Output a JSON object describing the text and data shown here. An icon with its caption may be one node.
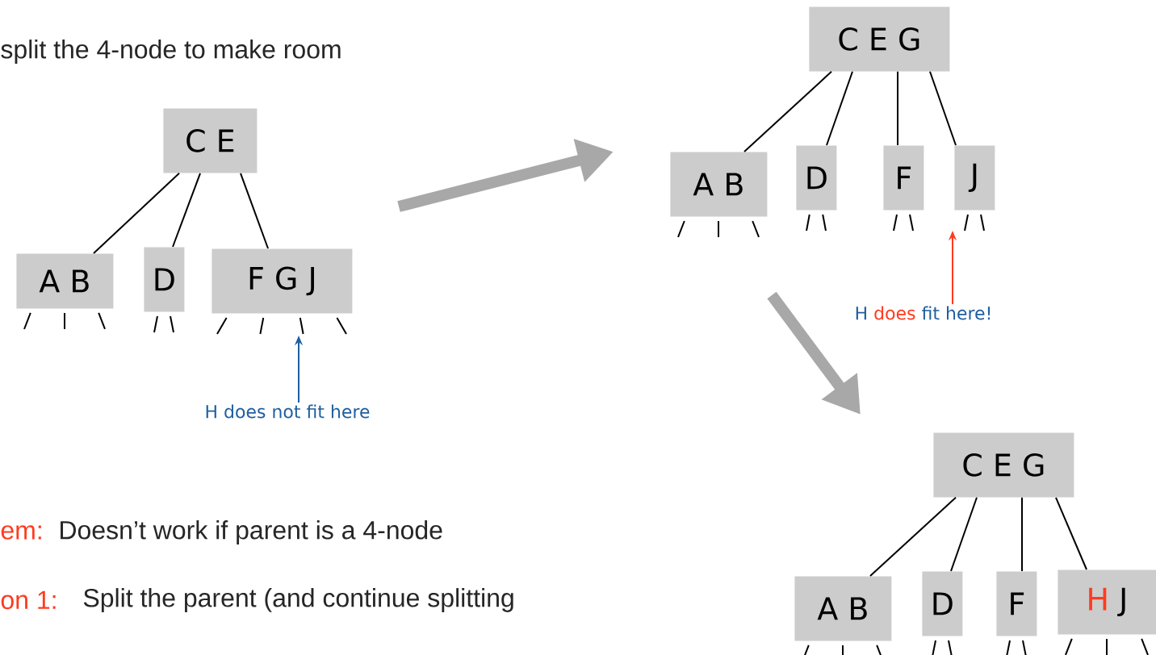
{
  "diagram": {
    "nodes": [
      {
        "text": [
          "C E"
        ]
      },
      {
        "text": [
          "A B"
        ]
      },
      {
        "text": [
          "D"
        ]
      },
      {
        "text": [
          "F G J"
        ]
      },
      {
        "text": [
          "C E G"
        ]
      },
      {
        "text": [
          "A B"
        ]
      },
      {
        "text": [
          "D"
        ]
      },
      {
        "text": [
          "F"
        ]
      },
      {
        "text": [
          "J"
        ]
      },
      {
        "text": [
          "C E G"
        ]
      },
      {
        "text": [
          "A B"
        ]
      },
      {
        "text": [
          "D"
        ]
      },
      {
        "text": [
          "F"
        ]
      },
      {
        "text": [
          "H",
          "J"
        ]
      },
      {
        "text": [
          "H does not fit here"
        ]
      },
      {
        "text": [
          "H",
          "does",
          "fit here!"
        ]
      }
    ],
    "edges": [
      {
        "from": 0,
        "to": 1,
        "arrow": "none"
      },
      {
        "from": 0,
        "to": 2,
        "arrow": "none"
      },
      {
        "from": 0,
        "to": 3,
        "arrow": "none"
      },
      {
        "from": 4,
        "to": 5,
        "arrow": "none"
      },
      {
        "from": 4,
        "to": 6,
        "arrow": "none"
      },
      {
        "from": 4,
        "to": 7,
        "arrow": "none"
      },
      {
        "from": 4,
        "to": 8,
        "arrow": "none"
      },
      {
        "from": 9,
        "to": 10,
        "arrow": "none"
      },
      {
        "from": 9,
        "to": 11,
        "arrow": "none"
      },
      {
        "from": 9,
        "to": 12,
        "arrow": "none"
      },
      {
        "from": 9,
        "to": 13,
        "arrow": "none"
      },
      {
        "from": 14,
        "to": null,
        "arrow": "to",
        "color": "#1f5f9f"
      },
      {
        "from": 15,
        "to": null,
        "arrow": "to",
        "color": "#ff3b1f"
      }
    ],
    "labels": [
      "split the 4-node to make room",
      "em:",
      "Doesn’t work if parent is a 4-node",
      "on 1:",
      "Split the parent (and continue splitting"
    ]
  }
}
